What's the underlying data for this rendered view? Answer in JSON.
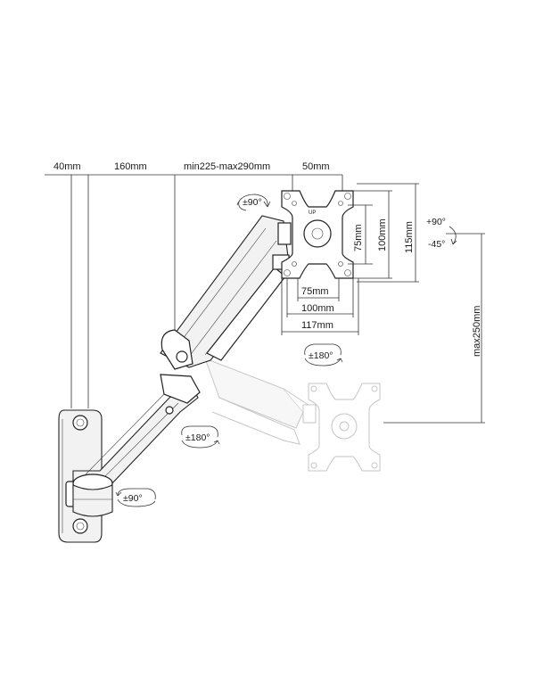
{
  "dimensions": {
    "wall_offset": "40mm",
    "first_arm": "160mm",
    "second_arm": "min225-max290mm",
    "plate_depth": "50mm",
    "vesa_75_h": "75mm",
    "vesa_100_h": "100mm",
    "plate_height": "115mm",
    "vesa_75_w": "75mm",
    "vesa_100_w": "100mm",
    "plate_width": "117mm",
    "max_height": "max250mm"
  },
  "rotations": {
    "plate_swivel": "±90°",
    "tilt_up": "+90°",
    "tilt_down": "-45°",
    "rotate_monitor": "±180°",
    "arm_joint": "±180°",
    "wall_swivel": "±90°"
  },
  "plate_mark": "UP"
}
